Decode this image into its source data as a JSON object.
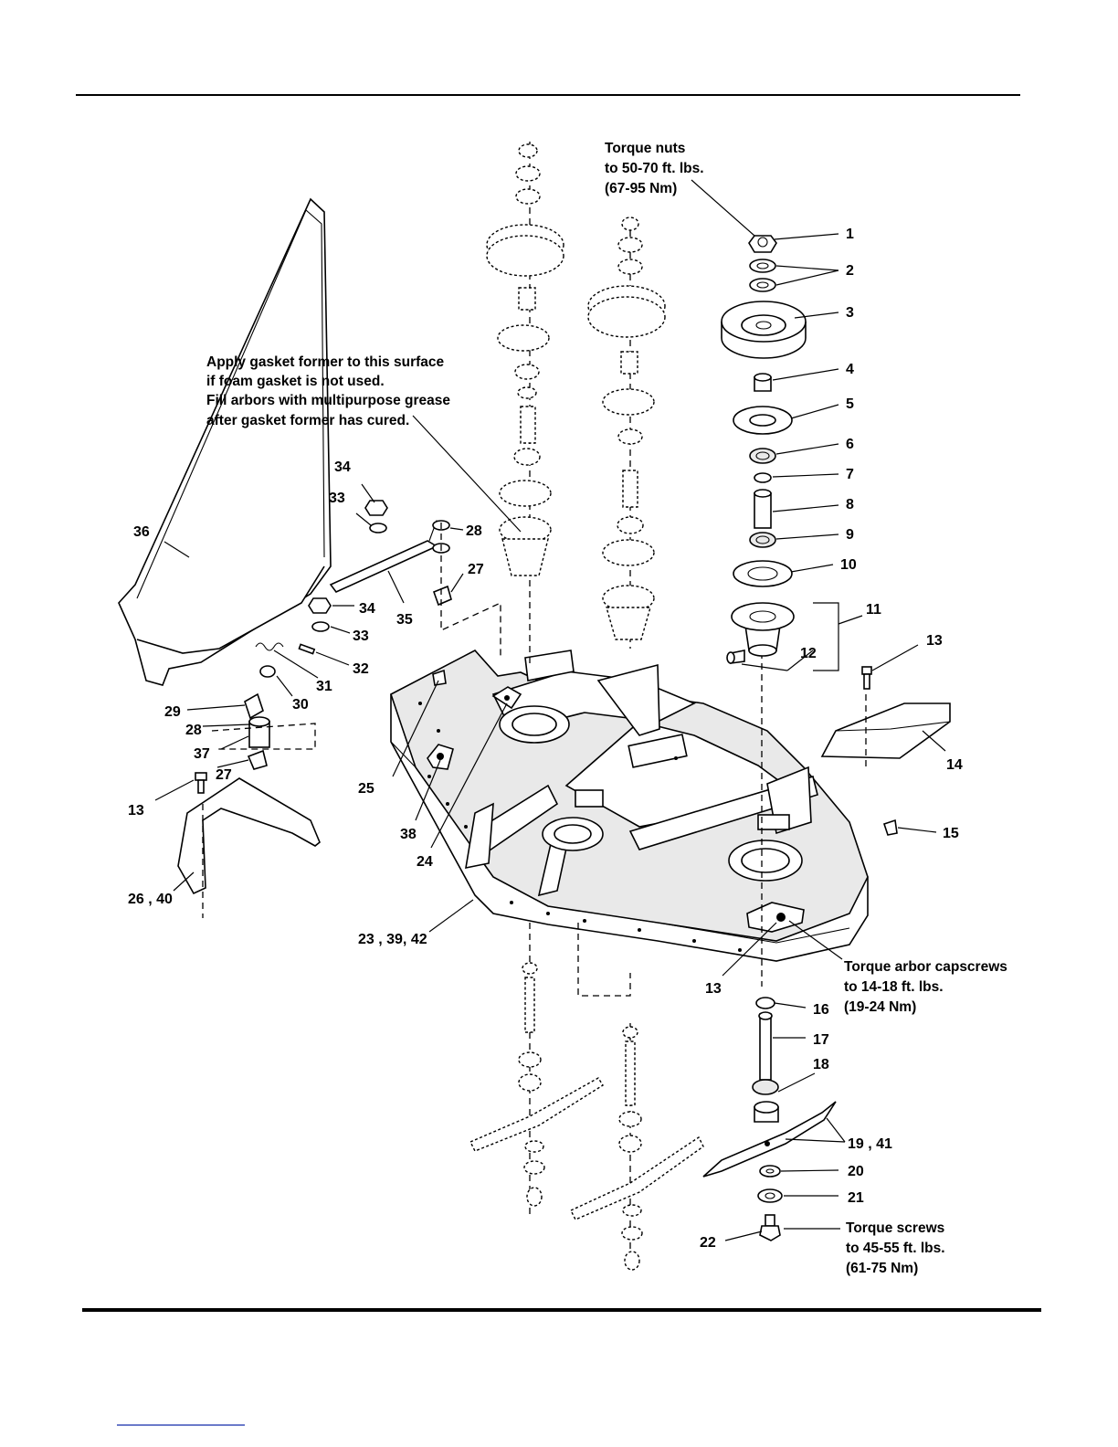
{
  "notes": {
    "torque_nuts": [
      "Torque nuts",
      "to 50-70 ft. lbs.",
      "(67-95 Nm)"
    ],
    "gasket": [
      "Apply gasket former to this surface",
      "if foam gasket is not used.",
      "Fill arbors with multipurpose grease",
      "after gasket former has cured."
    ],
    "torque_arbor": [
      "Torque arbor capscrews",
      "to 14-18 ft. lbs.",
      "(19-24 Nm)"
    ],
    "torque_screws": [
      "Torque screws",
      "to 45-55 ft. lbs.",
      "(61-75 Nm)"
    ]
  },
  "callouts": {
    "c1": "1",
    "c2": "2",
    "c3": "3",
    "c4": "4",
    "c5": "5",
    "c6": "6",
    "c7": "7",
    "c8": "8",
    "c9": "9",
    "c10": "10",
    "c11": "11",
    "c12": "12",
    "c13a": "13",
    "c14": "14",
    "c15": "15",
    "c16": "16",
    "c17": "17",
    "c18": "18",
    "c19": "19 , 41",
    "c20": "20",
    "c21": "21",
    "c22": "22",
    "c13b": "13",
    "c23": "23 , 39, 42",
    "c24": "24",
    "c25": "25",
    "c38": "38",
    "c26": "26 , 40",
    "c13c": "13",
    "c27a": "27",
    "c37": "37",
    "c28a": "28",
    "c29": "29",
    "c30": "30",
    "c31": "31",
    "c32": "32",
    "c33a": "33",
    "c34a": "34",
    "c35": "35",
    "c36": "36",
    "c33b": "33",
    "c34b": "34",
    "c28b": "28",
    "c27b": "27"
  }
}
